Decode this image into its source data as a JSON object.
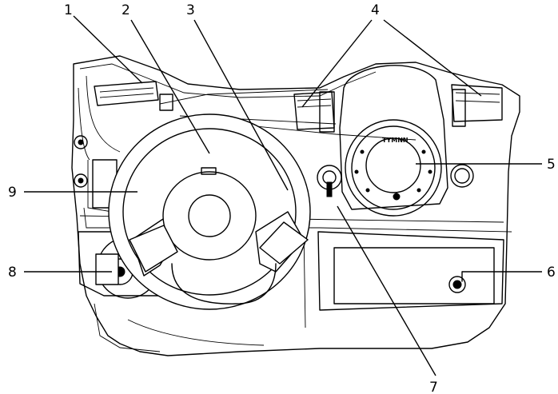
{
  "callouts": [
    {
      "id": "1",
      "label": "1"
    },
    {
      "id": "2",
      "label": "2"
    },
    {
      "id": "3",
      "label": "3"
    },
    {
      "id": "4",
      "label": "4"
    },
    {
      "id": "5",
      "label": "5"
    },
    {
      "id": "6",
      "label": "6"
    },
    {
      "id": "7",
      "label": "7"
    },
    {
      "id": "8",
      "label": "8"
    },
    {
      "id": "9",
      "label": "9"
    }
  ],
  "gauge_brand": "TYMNN"
}
